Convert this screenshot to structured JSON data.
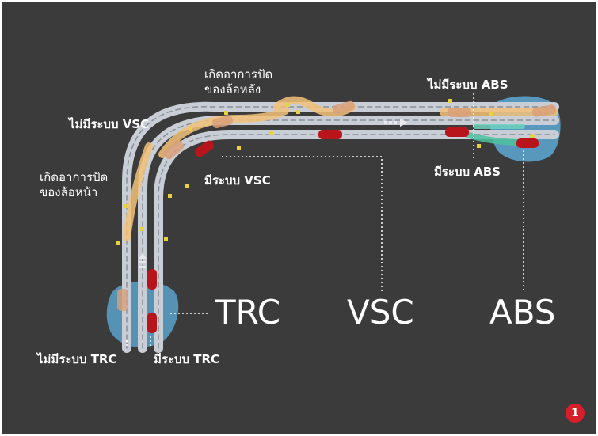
{
  "labels": {
    "oversteer": "เกิดอาการปัด\nของล้อหลัง",
    "no_vsc": "ไม่มีระบบ VSC",
    "understeer": "เกิดอาการปัด\nของล้อหน้า",
    "with_vsc": "มีระบบ VSC",
    "no_abs": "ไม่มีระบบ ABS",
    "with_abs": "มีระบบ ABS",
    "no_trc": "ไม่มีระบบ TRC",
    "with_trc": "มีระบบ TRC",
    "trc": "TRC",
    "vsc": "VSC",
    "abs": "ABS",
    "page_number": "1"
  },
  "colors": {
    "background": "#3b3b3b",
    "road": "#c9ced6",
    "lane_mark": "#8a8f96",
    "skid_path": "#f3c27a",
    "ice_water": "#5fb0dd",
    "car_red": "#b8141b",
    "badge": "#d61f2b",
    "cone": "#e6d23a"
  }
}
